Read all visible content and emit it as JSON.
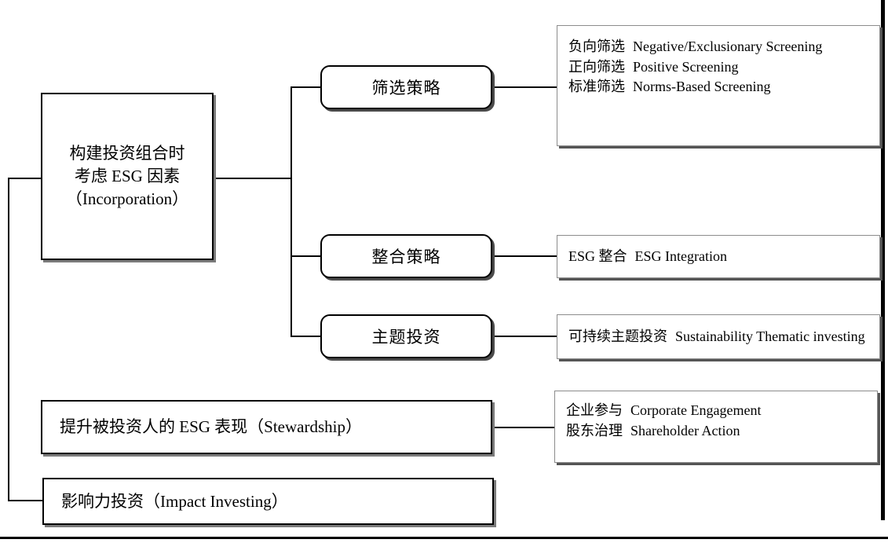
{
  "diagram": {
    "title_note": "ESG investment approach taxonomy",
    "colors": {
      "stroke": "#000000",
      "panel_stroke": "#8c8c8c",
      "shadow": "#4a4a4a",
      "background": "#ffffff"
    }
  },
  "root": {
    "label": "构建投资组合时\n考虑 ESG 因素\n（Incorporation）"
  },
  "strategies": [
    {
      "id": "screening",
      "label": "筛选策略"
    },
    {
      "id": "integration",
      "label": "整合策略"
    },
    {
      "id": "thematic",
      "label": "主题投资"
    }
  ],
  "panels": {
    "screening": {
      "rows": [
        {
          "cn": "负向筛选",
          "en": "Negative/Exclusionary Screening"
        },
        {
          "cn": "正向筛选",
          "en": "Positive Screening"
        },
        {
          "cn": "标准筛选",
          "en": "Norms-Based Screening"
        }
      ]
    },
    "integration": {
      "rows": [
        {
          "cn": "ESG 整合",
          "en": "ESG Integration"
        }
      ]
    },
    "thematic": {
      "rows": [
        {
          "cn": "可持续主题投资",
          "en": "Sustainability Thematic investing"
        }
      ]
    },
    "stewardship": {
      "rows": [
        {
          "cn": "企业参与",
          "en": "Corporate Engagement"
        },
        {
          "cn": "股东治理",
          "en": "Shareholder Action"
        }
      ]
    }
  },
  "bottom_nodes": [
    {
      "id": "stewardship",
      "label": "提升被投资人的 ESG 表现（Stewardship）"
    },
    {
      "id": "impact",
      "label": "影响力投资（Impact Investing）"
    }
  ]
}
